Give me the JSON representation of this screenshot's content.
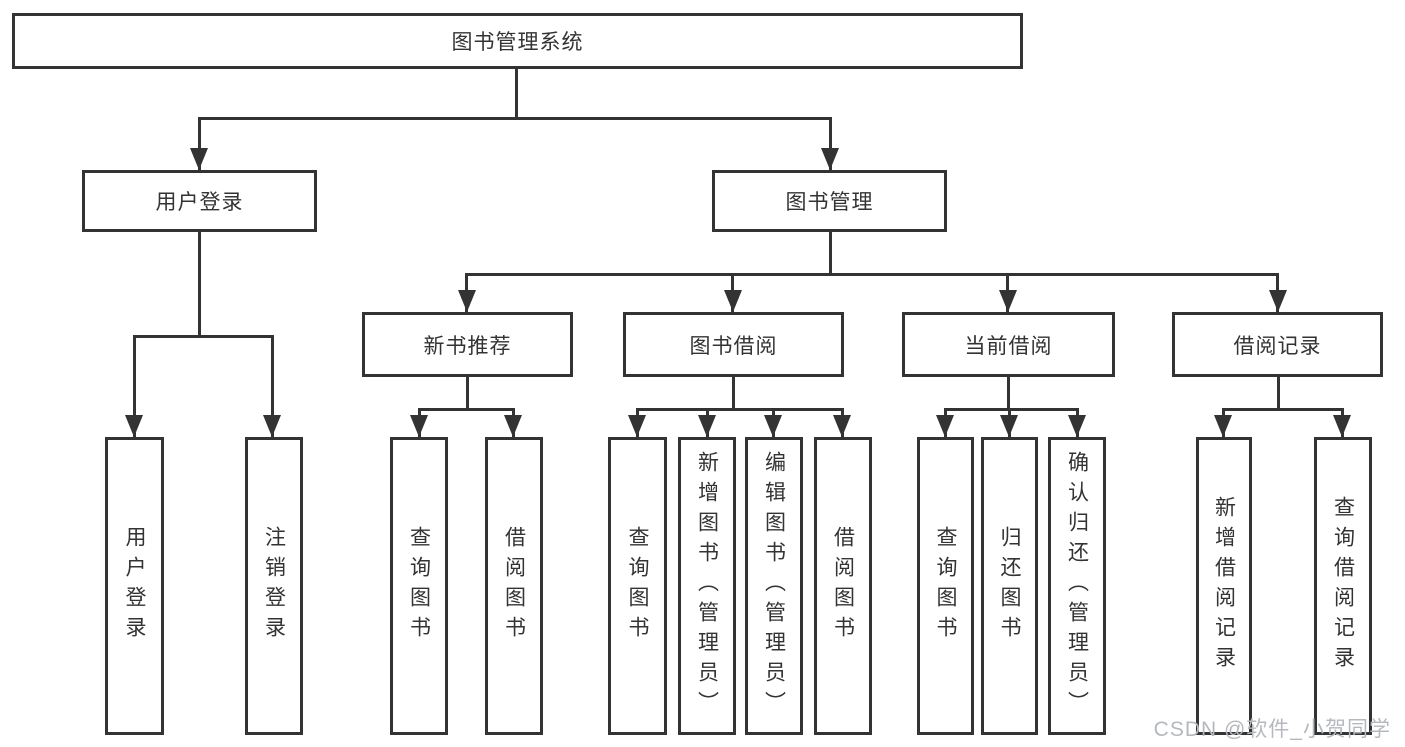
{
  "tree": {
    "root": "图书管理系统",
    "children": [
      {
        "label": "用户登录",
        "children": [
          "用户登录",
          "注销登录"
        ]
      },
      {
        "label": "图书管理",
        "children": [
          {
            "label": "新书推荐",
            "children": [
              "查询图书",
              "借阅图书"
            ]
          },
          {
            "label": "图书借阅",
            "children": [
              "查询图书",
              "新增图书（管理员）",
              "编辑图书（管理员）",
              "借阅图书"
            ]
          },
          {
            "label": "当前借阅",
            "children": [
              "查询图书",
              "归还图书",
              "确认归还（管理员）"
            ]
          },
          {
            "label": "借阅记录",
            "children": [
              "新增借阅记录",
              "查询借阅记录"
            ]
          }
        ]
      }
    ]
  },
  "watermark": {
    "text": "CSDN @软件_小贺同学",
    "color": "#b5b9bd"
  },
  "colors": {
    "line": "#333333",
    "text": "#333333",
    "background": "#ffffff"
  }
}
